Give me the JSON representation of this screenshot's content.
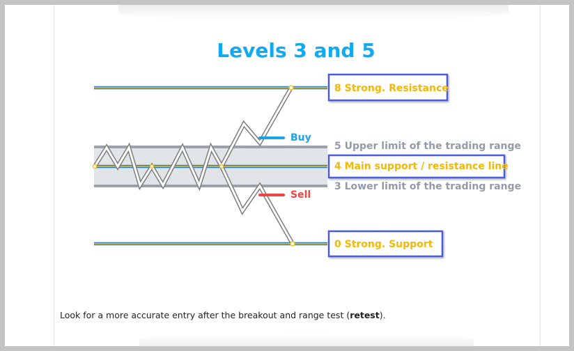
{
  "title": "Levels 3 and 5",
  "levels": {
    "level8": "8 Strong. Resistance",
    "level5": "5 Upper limit of the trading range",
    "level4": "4 Main support / resistance line",
    "level3": "3 Lower limit of the trading range",
    "level0": "0 Strong. Support"
  },
  "signals": {
    "buy": "Buy",
    "sell": "Sell"
  },
  "caption": {
    "before": "Look for a more accurate entry after the breakout and range test (",
    "bold": "retest",
    "after": ")."
  },
  "colors": {
    "title": "#11aaee",
    "level_blue": "#2a7ec8",
    "level_yellow": "#f2c21a",
    "range_gray": "#9aa3ad",
    "range_fill": "#e2e5e8",
    "label_yellow": "#f5b800",
    "label_gray": "#939ba6",
    "box_border": "#4a5cde",
    "buy": "#1aa3e8",
    "sell": "#ee4444"
  }
}
